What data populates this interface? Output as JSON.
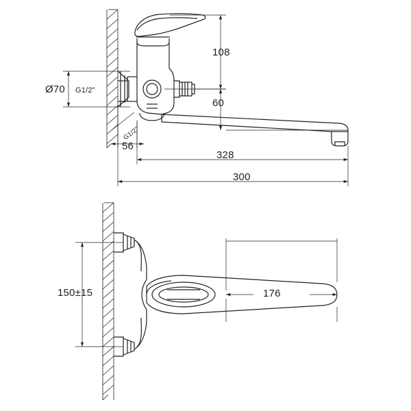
{
  "figure": {
    "title": "",
    "type": "technical-drawing",
    "subject": "wall-mounted bath mixer tap dimensioned drawing",
    "views": [
      {
        "id": "side-view",
        "label": ""
      },
      {
        "id": "top-view",
        "label": ""
      }
    ]
  },
  "dimensions": {
    "side_view": {
      "height_108": "108",
      "height_60": "60",
      "spout_328": "328",
      "spout_300": "300",
      "wall_offset_56": "56",
      "flange_diameter": "Ø70",
      "thread_top": "G1/2\"",
      "thread_bottom": "G1/2\""
    },
    "top_view": {
      "center_distance": "150±15",
      "handle_length": "176"
    }
  },
  "chart_data": {
    "type": "table",
    "title": "Bath mixer tap dimensions (mm)",
    "categories": [
      "108",
      "60",
      "328",
      "300",
      "56",
      "Ø70",
      "150±15",
      "176"
    ],
    "values": [
      108,
      60,
      328,
      300,
      56,
      70,
      150,
      176
    ]
  }
}
